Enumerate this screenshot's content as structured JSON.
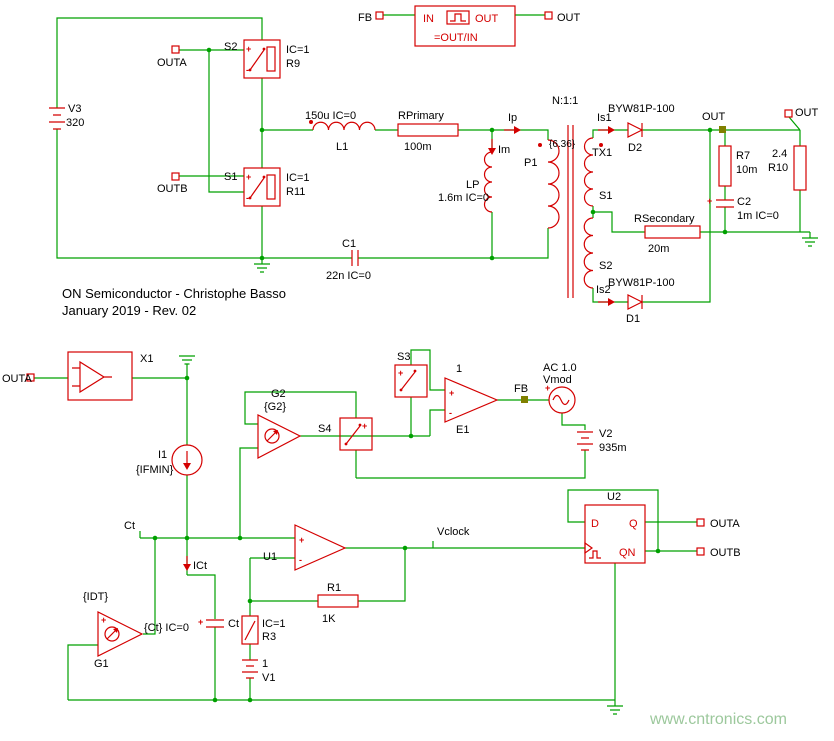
{
  "colors": {
    "wire_green": "#00a000",
    "component_red": "#d40000",
    "net_olive": "#808000",
    "text_black": "#000000",
    "watermark_green": "#9cc89c",
    "background": "#ffffff"
  },
  "symbols": {
    "plus": "+",
    "minus": "-"
  },
  "transfer_block": {
    "fb_pin": "FB",
    "in": "IN",
    "out": "OUT",
    "formula": "=OUT/IN",
    "out_pin": "OUT"
  },
  "power_stage": {
    "v3": {
      "name": "V3",
      "value": "320"
    },
    "outa": "OUTA",
    "outb": "OUTB",
    "s2": {
      "name": "S2",
      "ic": "IC=1",
      "r": "R9"
    },
    "s1": {
      "name": "S1",
      "ic": "IC=1",
      "r": "R11"
    },
    "l1": {
      "value": "150u IC=0",
      "name": "L1"
    },
    "rprimary": {
      "name": "RPrimary",
      "value": "100m"
    },
    "lp": {
      "current": "Im",
      "name": "LP",
      "value": "1.6m IC=0"
    },
    "ip": "Ip",
    "tx": {
      "ratio": "N:1:1",
      "turns": "{6.36}",
      "primary": "P1",
      "name": "TX1",
      "sec1": "S1",
      "sec2": "S2"
    },
    "is1": "Is1",
    "d2": {
      "part": "BYW81P-100",
      "name": "D2"
    },
    "is2": "Is2",
    "d1": {
      "part": "BYW81P-100",
      "name": "D1"
    },
    "out_net": "OUT",
    "out_pin": "OUT",
    "r7": {
      "name": "R7",
      "value": "10m"
    },
    "c2": {
      "name": "C2",
      "value": "1m IC=0"
    },
    "r10": {
      "value": "2.4",
      "name": "R10"
    },
    "rsec": {
      "name": "RSecondary",
      "value": "20m"
    },
    "c1": {
      "name": "C1",
      "value": "22n IC=0"
    }
  },
  "control_stage": {
    "outa_pin": "OUTA",
    "x1": "X1",
    "g2": {
      "name": "G2",
      "gain": "{G2}"
    },
    "s3": "S3",
    "s4": "S4",
    "e1": {
      "gain": "1",
      "name": "E1"
    },
    "fb_net": "FB",
    "vmod": {
      "ac": "AC 1.0",
      "name": "Vmod"
    },
    "v2": {
      "name": "V2",
      "value": "935m"
    },
    "i1": {
      "name": "I1",
      "value": "{IFMIN}"
    },
    "ct_net": "Ct",
    "ict": "ICt",
    "u1": "U1",
    "vclock": "Vclock",
    "u2": {
      "name": "U2",
      "d": "D",
      "q": "Q",
      "qn": "QN"
    },
    "outa_out": "OUTA",
    "outb_out": "OUTB",
    "r1": {
      "name": "R1",
      "value": "1K"
    },
    "g1": {
      "gain": "{IDT}",
      "name": "G1"
    },
    "ct_cap": {
      "value": "{Ct} IC=0",
      "name": "Ct"
    },
    "r3": {
      "ic": "IC=1",
      "name": "R3"
    },
    "v1": {
      "value": "1",
      "name": "V1"
    }
  },
  "annotations": {
    "title_line1": "ON Semiconductor - Christophe Basso",
    "title_line2": "January 2019 - Rev. 02",
    "watermark": "www.cntronics.com"
  }
}
